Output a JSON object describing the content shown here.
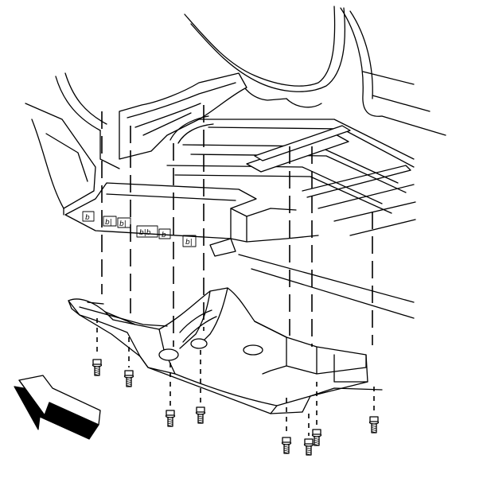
{
  "diagram": {
    "stamped_codes": [
      "b",
      "b|",
      "b|",
      "b|b",
      "b",
      "b|"
    ],
    "colors": {
      "line": "#000000",
      "background": "#ffffff",
      "arrow_fill": "#ffffff",
      "arrow_shadow": "#000000"
    },
    "icons": {
      "direction_arrow": "front-direction-arrow-icon",
      "fastener": "bolt-icon"
    },
    "fastener_count": 8
  }
}
